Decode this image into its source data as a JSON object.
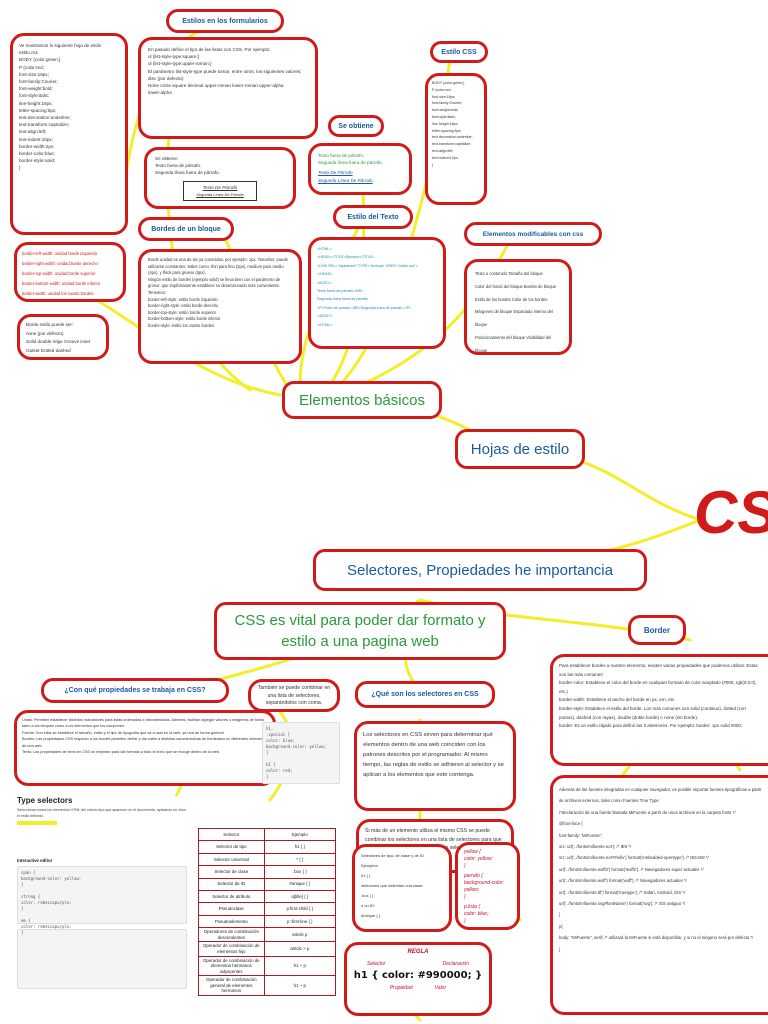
{
  "nodes": {
    "css_logo": "CSS",
    "hojas": "Hojas de estilo",
    "elementos_basicos": "Elementos básicos",
    "selectores_prop": "Selectores, Propiedades he importancia",
    "css_vital": "CSS es vital para poder dar formato y estilo a una pagina web",
    "border": "Border",
    "estilos_formularios": "Estilos en los formularios",
    "estilo_css": "Estilo CSS",
    "se_obtiene": "Se obtiene",
    "estilo_texto": "Estilo del Texto",
    "bordes_bloque": "Bordes de un bloque",
    "elementos_mod": "Elementos modificables con css",
    "con_que": "¿Con qué propiedades se trabaja en CSS?",
    "que_son": "¿Qué son los selectores en CSS",
    "combinar": "También se puede combinar en una lista de selectores, separándolos con coma."
  },
  "texts": {
    "left_code": "Ve mostramos lo siguiente hoja de estilo estilo.css\nBODY {color:green;}\nP {color:red;\n font-size:18px;\n font-family:Courier;\n font-weight:bold;\n font-style:italic;\n line-height:18px;\n letter-spacing:5px;\n text-decoration:underline;\n text-transform:capitalize;\n text-align:left;\n text-indent:10px;\n border-width:2px;\n border-color:blue;\n border-style:solid;\n}",
    "formularios": "En pasado define el tipo de las listas con CSS. Por ejemplo:\nul {list-style-type:square;}\nol {list-style-type:upper-roman;}\nEl parámetro list-style-type puede tomar, entre otros, los siguientes valores:\ndisc (por defecto)\nNone   circle   square   decimal   upper-roman   lower-roman   upper-alpha\nlower-alpha",
    "estilo_css_box": "BODY {color:green;}\nP {color:red;\n font-size:18px;\n font-family:Courier;\n font-weight:bold;\n font-style:italic;\n line-height:18px;\n letter-spacing:5px;\n text-decoration:underline;\n text-transform:capitalize;\n text-align:left;\n text-indent:10px;\n}",
    "se_obtiene_left": "Se obtiene:\nTexto fuera de párrafo.\nSegunda línea fuera de párrafo.",
    "texto_parrafo": "Texto De Párrafo",
    "segunda_parrafo": "Segunda Línea De Párrafo",
    "se_obtiene_right": "Texto fuera de párrafo.\nSegunda línea fuera de párrafo.",
    "texto_parrafo_r": "Texto De Párrafo\nSegunda Línea De Párrafo",
    "estilo_texto_box": "<HTML>\n<HEAD><TITLE>Ejemplo</TITLE>\n<LINK REL=\"stylesheet\" TYPE=\"text/css\" HREF=\"estilo.css\">\n</HEAD>\n<BODY>\nTexto fuera de párrafo.<BR>\nSegunda línea fuera de párrafo.\n<P>Texto de párrafo.<BR>Segunda línea de párrafo.</P>\n</BODY>\n</HTML>",
    "bordes_left": "border-left-width: unidad   borde izquierdo\nborder-right-width: unidad   borde derecho\nborder-top-width: unidad   borde superior\nborder-bottom-width: unidad   borde inferior\nborder-width: unidad   los cuatro bordes",
    "bordes_values": "Borde estilo puede ser:\nnone (por defecto)\nSolid   double   ridge   Groove   inset\nOutset   Dotted   dashed",
    "bordes_bloque_box": "Borde unidad es una de las ya conocidas, por ejemplo: 1px. Tamaños: puede utilizarse constantes: Sales como: thin para fino (2px), medium para medio (4px), y thick para grueso (6px).\nNingún estilo de bordes (ejemplo solid) se lleva bien con el parámetro de grosor, que implícitamente establece su dimensionado más conveniente. Tenemos:\nborder-left-style: estilo   borde izquierdo\nborder-right-style: estilo   borde derecho\nborder-top-style: estilo   borde superior\nborder-bottom-style: estilo   borde inferior\nborder-style: estilo   los cuatro bordes",
    "elementos_mod_box": "Texto o contenido        Tamaño del bloque\nColor del fondo del bloque     Bordes de bloque\nEstilo de los bordes     Color de los bordes\nMárgenes de bloque    Espaciado interno del bloque\nPosicionamiento del bloque    Visibilidad del bloque\nVisibilidad del bloque",
    "con_que_box": "Listas: Permiten establecer distintos marcadores para listas ordenadas o desordenadas. Además, facilitan agregar valores o imágenes de fondo tanto a los bloques como a los elementos que los componen.\nFuente: Son ellas se establece el tamaño, estilo y el tipo de tipografía que va a usar en la web, ya una de forma general.\nBordes: Las propiedades CSS respecto a los bordes permiten definir y dar estilo a distintas características de bordeados en diferentes elementos de una web.\nTexto: Las propiedades de texto en CSS se emplean para dar formato a todo el texto que se recoge dentro de la web.",
    "type_selectors": "Type selectors",
    "type_sel_desc": "Seleccionan todos los elementos HTML del mismo tipo que aparecen en el documento, aplicando en ellos el estilo definido.",
    "interactive": "Interactive editor",
    "code_sample": "span {\n  background-color: yellow;\n}\n\nstrong {\n  color: rebeccapurple;\n}\n\nem {\n  color: rebeccapurple;\n}",
    "combinar_code": "h1,\n.special {\n  color: blue;\n  background-color: yellow;\n}\n\nh1 {\n  color: red;\n}",
    "que_son_box": "Los selectores en CSS sirven para determinar qué elementos dentro de una web coinciden con los patrones descritos por el programador. Al mismo tiempo, las reglas de estilo se adhieren al selector y se aplican a los elementos que este contenga.",
    "mismo_css": "Si más de un elemento utiliza el mismo CSS se puede combinar los selectores en una lista de selectores para que la regla se aplique a cada uno de os selectores individuales",
    "sel_tipo": "Selectores de tipo, de clase y de ID\nEjemplos:\nh1 { }\nselectores que delimitan una clase:\n.box { }\nó un ID:\n#unique { }",
    "hand1": "yellow {\n color: yellow;\n}",
    "hand2": "parrafo {\n background-color: yellow;\n}",
    "hand3": "p.lista {\n color: blue;\n}",
    "regla": "REGLA",
    "selector_lbl": "Selector",
    "declaracion_lbl": "Declaración",
    "propiedad_lbl": "Propiedad",
    "valor_lbl": "Valor",
    "rule_code": "h1 { color: #990000; }",
    "border_box": "Para establecer bordes a nuestro elemento, existen varias propiedades que podemos utilizar. Estas son las más comunes:\nborder-color: Establece el color del borde en cualquier formato de color aceptado (#000, rgb(0,0,0), etc.)\nborder-width: Establece el ancho del borde en px, em, etc.\nborder-style: Establece el estilo del borde. Los más comunes son solid (continuo), dotted (con puntos), dashed (con rayas), double (doble borde) o none (sin borde).\nborder: Es un estilo rápido para definir las 3 anteriores. Por ejemplo: border: 1px solid #000;",
    "fonts_box": "Además de las fuentes integradas en cualquier navegador, es posible importar fuentes tipográficas a partir de archivos externos, tales como Fuentes True Type\n/*declaración de una fuente llamada MiFuente a partir de unos archivos en la carpeta fonts */\n@font-face {\n  font-family: 'MiFuente';\n  src: url('../fonts/mifuente.eot'); /* IE9 */\n  src: url('../fonts/mifuente.eot?#iefix') format('embedded-opentype'), /* IE6-IE8 */\n  url('../fonts/mifuente.woff2') format('woff2'), /* Navegadores super actuales */\n  url('../fonts/mifuente.woff') format('woff'), /* Navegadores actuales */\n  url('../fonts/mifuente.ttf') format('truetype'), /* Safari, Android, iOS */\n  url('../fonts/mifuente.svg#fontName') format('svg'); /* iOS antiguo */\n}\np{\n  body: \"MiFuente\", serif; /* utilizará la MiFuente si está disponible, y si no el ninguno será por defecto */\n}"
  },
  "table": {
    "header": [
      "Selector",
      "Ejemplo"
    ],
    "rows": [
      [
        "Selector de tipo",
        "h1 { }"
      ],
      [
        "Selector universal",
        "* { }"
      ],
      [
        "Selector de clase",
        ".box { }"
      ],
      [
        "Selector de ID",
        "#unique { }"
      ],
      [
        "Selector de atributo",
        "a[title] { }"
      ],
      [
        "Pseudoclase",
        "p:first-child { }"
      ],
      [
        "Pseudoelemento",
        "p::first-line { }"
      ],
      [
        "Operadores de combinación descendentes",
        "article p"
      ],
      [
        "Operador de combinación de elementos hijo",
        "article > p"
      ],
      [
        "Operador de combinación de elementos hermanos adyacentes",
        "h1 + p"
      ],
      [
        "Operador de combinación general de elementos hermanos",
        "h1 ~ p"
      ]
    ]
  },
  "colors": {
    "accent": "#d11a1a",
    "title_text": "#1a5aa0",
    "green": "#2a9a3a",
    "branch": "#f3ee2a"
  }
}
